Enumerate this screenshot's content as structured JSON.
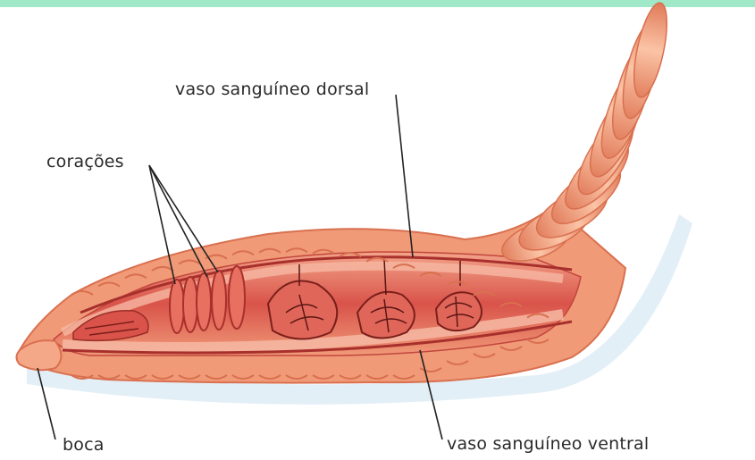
{
  "labels": {
    "vaso_dorsal": "vaso sanguíneo dorsal",
    "coracoes": "corações",
    "boca": "boca",
    "vaso_ventral": "vaso sanguíneo ventral"
  },
  "colors": {
    "top_bar": "#9fe8c8",
    "body_outer": "#f09a78",
    "body_ring": "#f6b493",
    "body_ring_dark": "#d9704f",
    "interior": "#d9534a",
    "interior_light": "#f08a7a",
    "vessel": "#a8302c",
    "leader_line": "#222222",
    "shadow": "#cfe6f4"
  },
  "icons": {
    "worm": "earthworm-cross-section-illustration"
  }
}
